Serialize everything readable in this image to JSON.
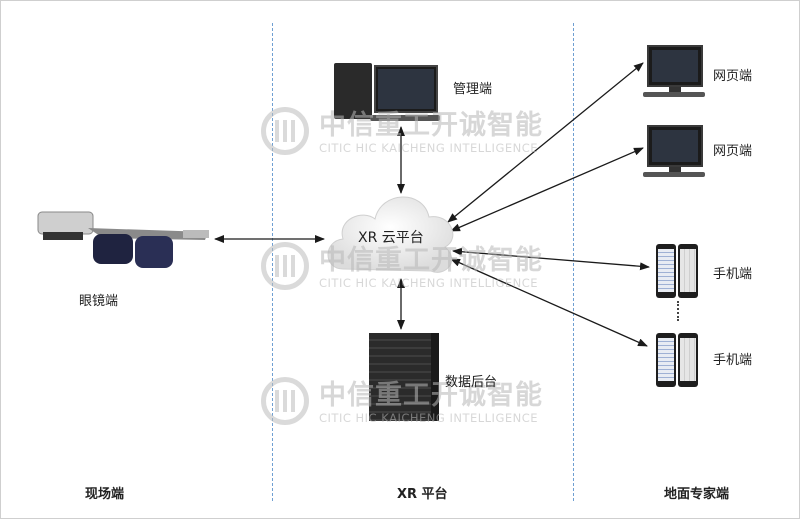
{
  "columns": {
    "left": "现场端",
    "middle": "XR 平台",
    "right": "地面专家端"
  },
  "nodes": {
    "glasses": "眼镜端",
    "cloud": "XR 云平台",
    "admin": "管理端",
    "database": "数据后台",
    "web1": "网页端",
    "web2": "网页端",
    "mobile1": "手机端",
    "mobile2": "手机端"
  },
  "watermark": {
    "cn": "中信重工开诚智能",
    "en": "CITIC HIC KAICHENG INTELLIGENCE"
  },
  "colors": {
    "divider": "#6f9fd2",
    "arrow": "#1a1a1a",
    "watermark": "#b8b8b8"
  }
}
